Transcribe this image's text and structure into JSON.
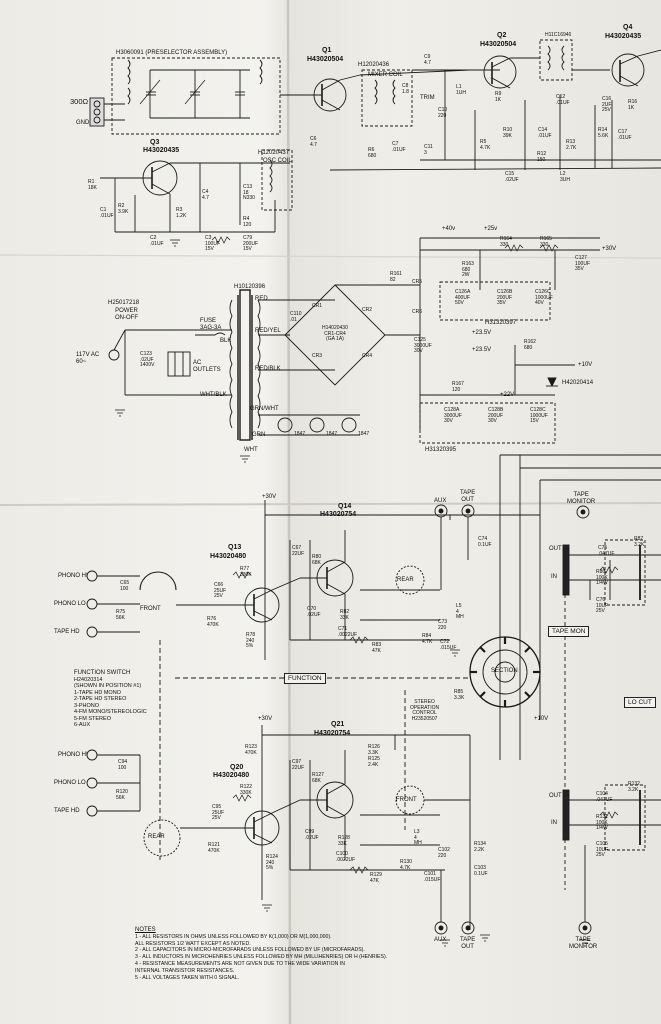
{
  "top": {
    "preselector": "H3060091 (PRESELECTOR ASSEMBLY)",
    "antenna": "300Ω",
    "gnd": "GND",
    "q1": "Q1",
    "q1_part": "H43020504",
    "mixer_coil": "MIXER COIL",
    "mixer_part": "H12020436",
    "osc_coil": "OSC COIL",
    "osc_part": "H12020437",
    "trim": "TRIM",
    "q2": "Q2",
    "q2_part": "H43020504",
    "q3": "Q3",
    "q3_part": "H43020435",
    "q4": "Q4",
    "q4_part": "H43020435",
    "if_part": "H11C16946",
    "comp": [
      {
        "t": "C9\n4.7"
      },
      {
        "t": "L1\n1UH"
      },
      {
        "t": "C10\n220"
      },
      {
        "t": "C8\n1.8"
      },
      {
        "t": "C6\n4.7"
      },
      {
        "t": "R6\n680"
      },
      {
        "t": "C7\n.01UF"
      },
      {
        "t": "C11\n3"
      },
      {
        "t": "R5\n4.7K"
      },
      {
        "t": "R10\n39K"
      },
      {
        "t": "C14\n.01UF"
      },
      {
        "t": "R12\n150"
      },
      {
        "t": "C15\n.02UF"
      },
      {
        "t": "L2\n3UH"
      },
      {
        "t": "R13\n2.7K"
      },
      {
        "t": "R14\n5.6K"
      },
      {
        "t": "C17\n.01UF"
      },
      {
        "t": "C16\n2UF\n25V"
      },
      {
        "t": "R9\n1K"
      },
      {
        "t": "C12\n.01UF"
      },
      {
        "t": "R16\n1K"
      },
      {
        "t": "R1\n18K"
      },
      {
        "t": "C1\n.01UF"
      },
      {
        "t": "R2\n3.9K"
      },
      {
        "t": "R3\n1.2K"
      },
      {
        "t": "C4\n4.7"
      },
      {
        "t": "C13\n18\nN330"
      },
      {
        "t": "C2\n.01UF"
      },
      {
        "t": "C3\n100UF\n15V"
      },
      {
        "t": "R4\n120"
      },
      {
        "t": "C79\n200UF\n15V"
      }
    ]
  },
  "power": {
    "transformer": "H10120396",
    "switch_part": "H25017218",
    "switch": "POWER\nON-OFF",
    "fuse": "FUSE\n3AG-3A",
    "mains": "117V AC\n60~",
    "c123": "C123\n.02UF\n1400V",
    "ac": "AC\nOUTLETS",
    "red": "RED",
    "redyel": "RED/YEL",
    "redblk": "RED/BLK",
    "blk": "BLK",
    "whtblk": "WHT/BLK",
    "grnwht": "GRN/WHT",
    "grn": "GRN",
    "wht": "WHT",
    "bridge": "H14020430\nCR1-CR4\n(GA 1A)",
    "cr": [
      "CR1",
      "CR2",
      "CR3",
      "CR4",
      "CR5",
      "CR6"
    ],
    "lamps": [
      "1847",
      "1847",
      "1847"
    ],
    "v_labels": [
      "+40v",
      "+25v",
      "+30V",
      "+23.5V",
      "+23.5V",
      "+10V",
      "+22V"
    ],
    "res": [
      {
        "t": "R164\n330"
      },
      {
        "t": "R165\n330"
      },
      {
        "t": "R163\n680\n2W"
      },
      {
        "t": "C127\n100UF\n35V"
      },
      {
        "t": "C126A\n400UF\n50V"
      },
      {
        "t": "C126B\n200UF\n35V"
      },
      {
        "t": "C126C\n1000UF\n40V"
      },
      {
        "t": "C125\n3000UF\n30V"
      },
      {
        "t": "R162\n680"
      },
      {
        "t": "R167\n120"
      },
      {
        "t": "C128A\n3000UF\n30V"
      },
      {
        "t": "C128B\n200UF\n30V"
      },
      {
        "t": "C128C\n1000UF\n15V"
      },
      {
        "t": "C110\n.01"
      },
      {
        "t": "R161\n82"
      }
    ],
    "can1": "H31320397",
    "can2": "H31320395",
    "zener": "H42020414"
  },
  "audio": {
    "q14": "Q14",
    "q14_part": "H43020754",
    "q13": "Q13",
    "q13_part": "H43020480",
    "q21": "Q21",
    "q21_part": "H43020754",
    "q20": "Q20",
    "q20_part": "H43020480",
    "phono_hi": "PHONO HI",
    "phono_lo": "PHONO LO",
    "tape_hd": "TAPE HD",
    "aux": "AUX",
    "tape_out": "TAPE\nOUT",
    "tape_monitor": "TAPE\nMONITOR",
    "front": "FRONT",
    "rear": "REAR",
    "function": "FUNCTION",
    "section": "SECTION",
    "tape_mon": "TAPE MON",
    "lo_cut": "LO CUT",
    "out": "OUT",
    "in": "IN",
    "stereo": "STEREO\nOPERATION\nCONTROL\nH23520507",
    "v30": "+30V",
    "v10": "+10V",
    "comp": [
      {
        "t": "C65\n100"
      },
      {
        "t": "R75\n56K"
      },
      {
        "t": "R76\n470K"
      },
      {
        "t": "C66\n25UF\n25V"
      },
      {
        "t": "R77\n330K"
      },
      {
        "t": "R78\n240\n5%"
      },
      {
        "t": "C67\n22UF"
      },
      {
        "t": "R80\n68K"
      },
      {
        "t": "C70\n.02UF"
      },
      {
        "t": "R82\n33K"
      },
      {
        "t": "C71\n.0022UF"
      },
      {
        "t": "R83\n47K"
      },
      {
        "t": "R84\n4.7K"
      },
      {
        "t": "C73\n220"
      },
      {
        "t": "C72\n.015UF"
      },
      {
        "t": "C74\n0.1UF"
      },
      {
        "t": "R85\n3.3K"
      },
      {
        "t": "C75\n.047UF"
      },
      {
        "t": "R86\n100K\n1/4W"
      },
      {
        "t": "C76\n10UF\n25V"
      },
      {
        "t": "R87\n3.2K"
      },
      {
        "t": "C94\n100"
      },
      {
        "t": "R120\n56K"
      },
      {
        "t": "R121\n470K"
      },
      {
        "t": "C95\n25UF\n25V"
      },
      {
        "t": "R122\n330K"
      },
      {
        "t": "R123\n470K"
      },
      {
        "t": "C97\n22UF"
      },
      {
        "t": "R124\n240\n5%"
      },
      {
        "t": "R127\n68K"
      },
      {
        "t": "C99\n.02UF"
      },
      {
        "t": "R128\n33K"
      },
      {
        "t": "C100\n.0022UF"
      },
      {
        "t": "R129\n47K"
      },
      {
        "t": "R130\n4.7K"
      },
      {
        "t": "C102\n220"
      },
      {
        "t": "C101\n.015UF"
      },
      {
        "t": "R134\n2.2K"
      },
      {
        "t": "C103\n0.1UF"
      },
      {
        "t": "C104\n.047UF"
      },
      {
        "t": "R131\n100K\n1/4W"
      },
      {
        "t": "C105\n10UF\n25V"
      },
      {
        "t": "R132\n3.2K"
      },
      {
        "t": "R126\n3.3K"
      },
      {
        "t": "R125\n2.4K"
      },
      {
        "t": "L5\n4\nMH"
      },
      {
        "t": "L3\n4\nMH"
      }
    ]
  },
  "function_switch": {
    "title": "FUNCTION SWITCH",
    "part": "H24020314",
    "shown": "(SHOWN IN POSITION #1)",
    "items": [
      "1-TAPE HD MONO",
      "2-TAPE HD STEREO",
      "3-PHONO",
      "4-FM MONO/STEREOLOGIC",
      "5-FM STEREO",
      "6-AUX"
    ]
  },
  "notes": {
    "title": "NOTES",
    "items": [
      "1 - ALL RESISTORS IN OHMS UNLESS FOLLOWED BY K(1,000) OR M(1,000,000).",
      "     ALL RESISTORS 1/2 WATT EXCEPT AS NOTED.",
      "2 - ALL CAPACITORS IN MICRO-MICROFARADS UNLESS FOLLOWED BY UF (MICROFARADS).",
      "3 - ALL INDUCTORS IN MICROHENRIES UNLESS FOLLOWED BY MH (MILLIHENRIES) OR H (HENRIES).",
      "4 - RESISTANCE MEASUREMENTS ARE NOT GIVEN DUE TO THE WIDE VARIATION IN",
      "     INTERNAL TRANSISTOR RESISTANCES.",
      "5 - ALL VOLTAGES TAKEN WITH 0 SIGNAL."
    ]
  }
}
